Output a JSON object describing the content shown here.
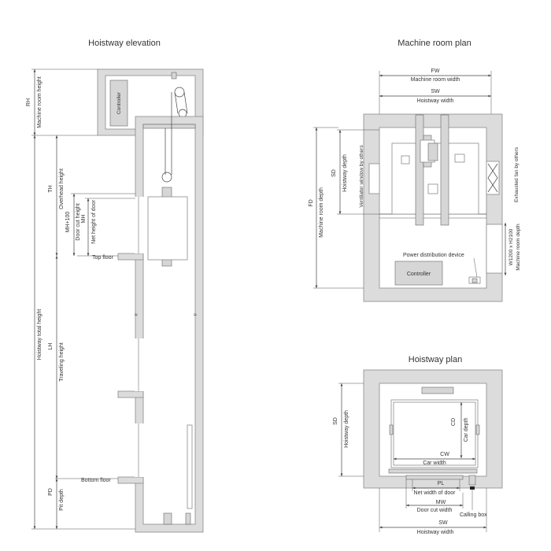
{
  "titles": {
    "elevation": "Hoistway elevation",
    "machine_room": "Machine room plan",
    "hoistway_plan": "Hoistway plan"
  },
  "elevation": {
    "rh": "RH",
    "rh_desc": "Machine room height",
    "th": "TH",
    "th_desc": "Overhead height",
    "mh100": "MH+100",
    "mh100_desc": "Door cut height",
    "mh": "MH",
    "mh_desc": "Net height of door",
    "hoistway_total": "Hoistway total height",
    "lh": "LH",
    "lh_desc": "Traveling height",
    "pd": "PD",
    "pd_desc": "Pit depth",
    "top_floor": "Top floor",
    "bottom_floor": "Bottom floor",
    "controller": "Controller"
  },
  "machine_room": {
    "fw": "FW",
    "fw_desc": "Machine room width",
    "sw": "SW",
    "sw_desc": "Hoistway width",
    "sd": "SD",
    "sd_desc": "Hoistway depth",
    "fd": "FD",
    "fd_desc": "Machine room depth",
    "ventilator": "Ventilator window by others",
    "exhaust": "Exhausted fan by others",
    "size": "W1200 x H2100",
    "size_desc": "Machine room depth",
    "power": "Power distribution device",
    "controller": "Controller"
  },
  "hoistway_plan": {
    "sd": "SD",
    "sd_desc": "Hoistway depth",
    "cd": "CD",
    "cd_desc": "Car depth",
    "cw": "CW",
    "cw_desc": "Car width",
    "pl": "PL",
    "pl_desc": "Net width of door",
    "mw": "MW",
    "mw_desc": "Door cut width",
    "sw": "SW",
    "sw_desc": "Hoistway width",
    "calling_box": "Calling box"
  }
}
